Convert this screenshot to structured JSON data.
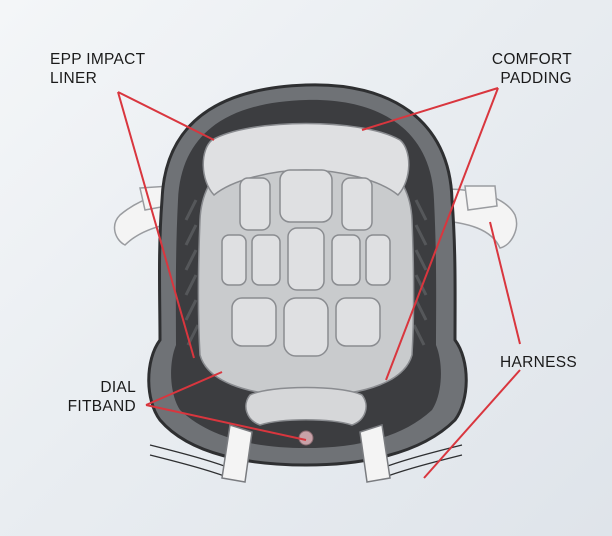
{
  "labels": {
    "epp_impact_liner": "EPP IMPACT\nLINER",
    "comfort_padding": "COMFORT\nPADDING",
    "harness": "HARNESS",
    "dial_fitband": "DIAL\nFITBAND"
  },
  "colors": {
    "leader_line": "#d9363e",
    "shell_dark": "#3c3d40",
    "shell_mid": "#6f7276",
    "liner_light": "#c9cbcd",
    "pad_light": "#dfe0e2",
    "strap_white": "#f4f4f4"
  }
}
